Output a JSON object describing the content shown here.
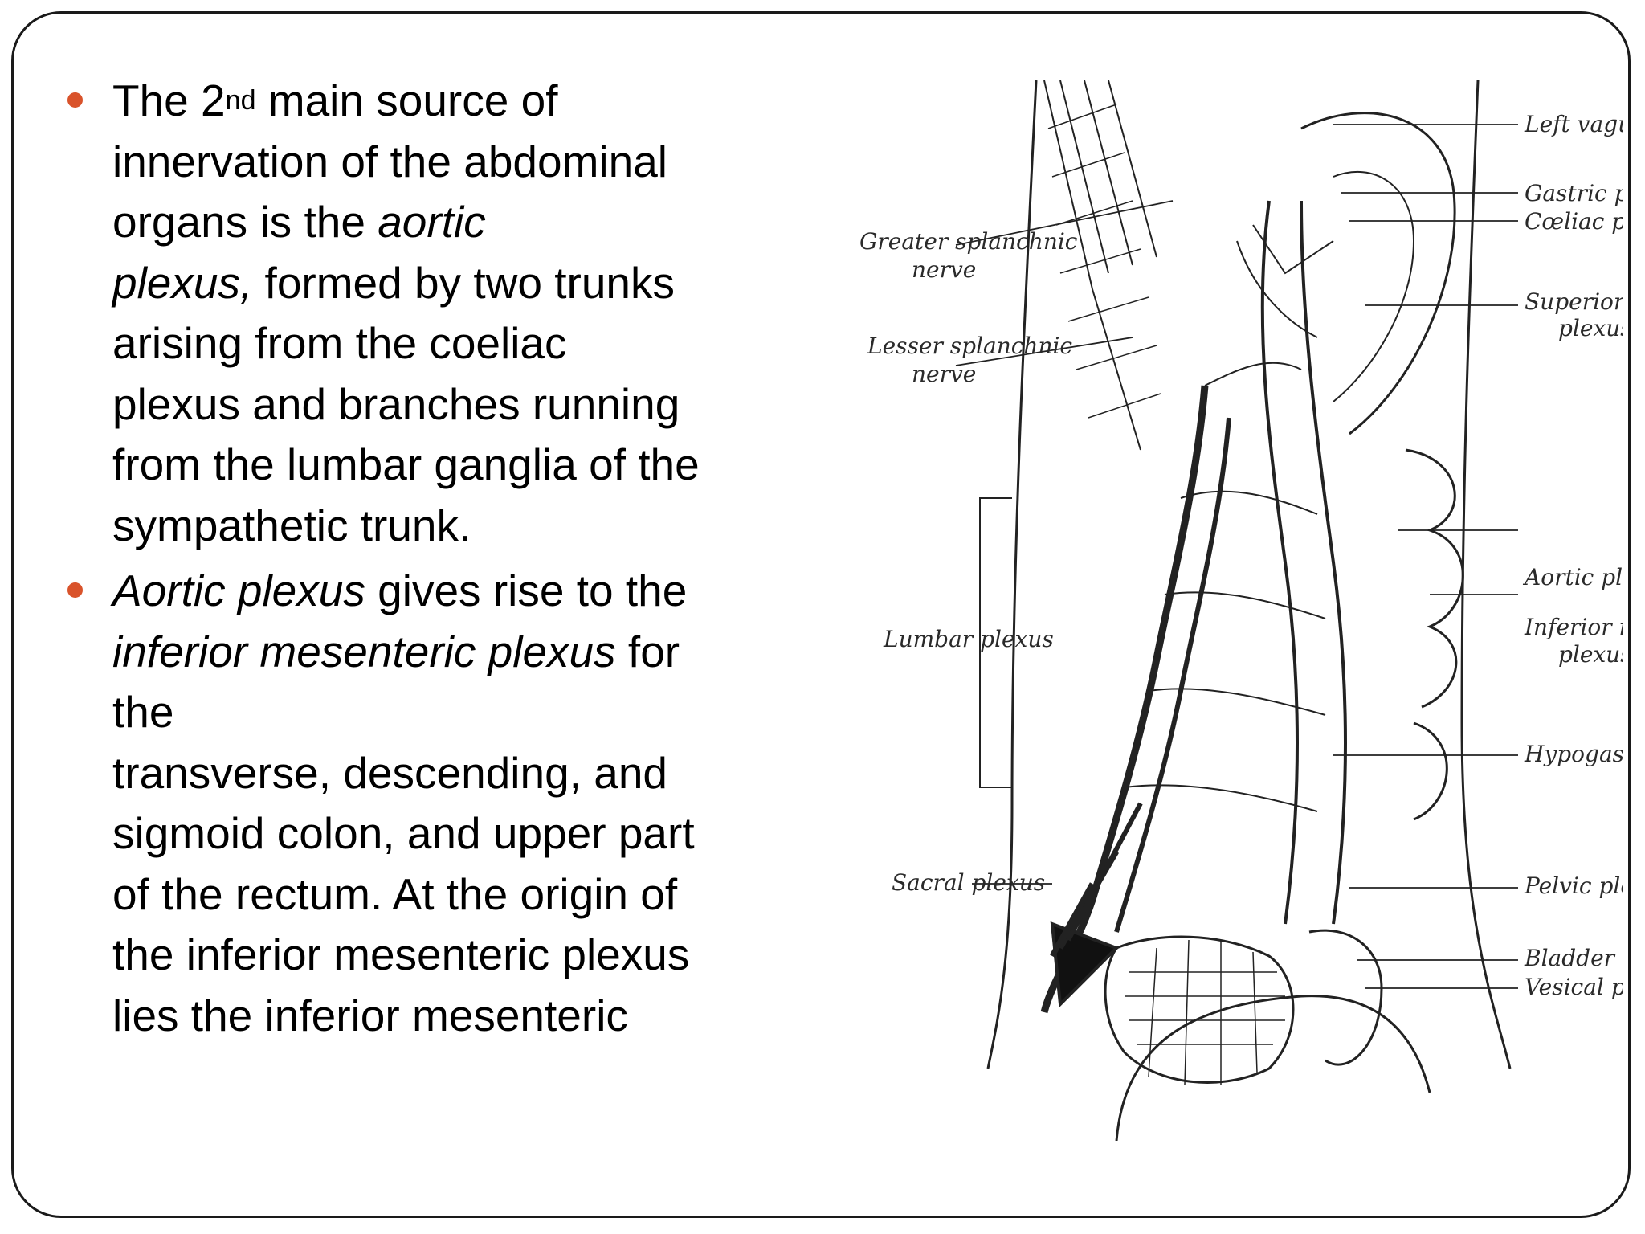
{
  "bullets": [
    {
      "lines": [
        {
          "a": "The 2",
          "sup": "nd",
          "b": " main source of"
        },
        {
          "a": "innervation of the abdominal"
        },
        {
          "a": "organs is the ",
          "i": "aortic"
        },
        {
          "i": "plexus,",
          "b": " formed by two trunks"
        },
        {
          "a": "arising from the coeliac"
        },
        {
          "a": "plexus and branches running"
        },
        {
          "a": "from the lumbar ganglia of the"
        },
        {
          "a": "sympathetic trunk."
        }
      ]
    },
    {
      "lines": [
        {
          "i": "Aortic plexus",
          "b": " gives rise to the"
        },
        {
          "i": "inferior mesenteric plexus",
          "b": " for"
        },
        {
          "a": "the"
        },
        {
          "a": "transverse, descending, and"
        },
        {
          "a": "sigmoid colon, and upper part"
        },
        {
          "a": "of the rectum. At the origin of"
        },
        {
          "a": "the inferior mesenteric plexus"
        },
        {
          "a": "lies the inferior mesenteric"
        }
      ]
    }
  ],
  "figure_labels": {
    "left_vagus": "Left vagus nerve",
    "gastric": "Gastric plexus",
    "coeliac": "Cœliac plexus",
    "superior_mesenteric_1": "Superior mesenteric",
    "superior_mesenteric_2": "plexus",
    "greater_splanchnic_1": "Greater splanchnic",
    "greater_splanchnic_2": "nerve",
    "lesser_splanchnic_1": "Lesser splanchnic",
    "lesser_splanchnic_2": "nerve",
    "lumbar": "Lumbar plexus",
    "aortic": "Aortic plexus",
    "inferior_mesenteric_1": "Inferior mesenteric",
    "inferior_mesenteric_2": "plexus",
    "hypogastric": "Hypogastric plexus",
    "sacral": "Sacral plexus",
    "pelvic": "Pelvic plexus",
    "bladder": "Bladder",
    "vesical": "Vesical plexus"
  },
  "colors": {
    "bullet": "#d9532b",
    "frame": "#1a1a1a"
  }
}
